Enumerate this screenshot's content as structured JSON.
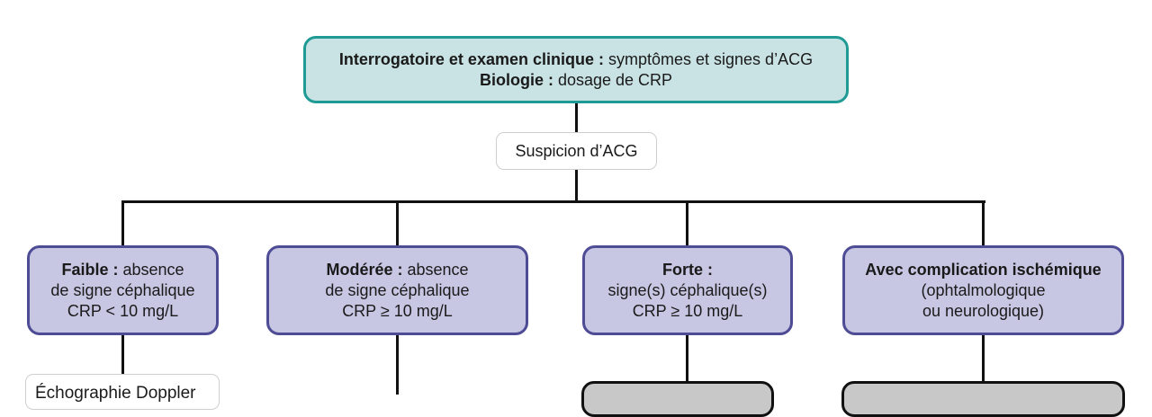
{
  "flowchart": {
    "top": {
      "line1_bold": "Interrogatoire et examen clinique :",
      "line1_text": " symptômes et signes d’ACG",
      "line2_bold": "Biologie :",
      "line2_text": " dosage de CRP"
    },
    "suspicion": {
      "label": "Suspicion d’ACG"
    },
    "levels": [
      {
        "title": "Faible :",
        "line1": " absence",
        "line2": "de signe céphalique",
        "line3": "CRP < 10 mg/L"
      },
      {
        "title": "Modérée :",
        "line1": " absence",
        "line2": "de signe céphalique",
        "line3": "CRP ≥ 10 mg/L"
      },
      {
        "title": "Forte :",
        "line1": "",
        "line2": "signe(s) céphalique(s)",
        "line3": "CRP ≥ 10 mg/L"
      },
      {
        "title": "Avec complication ischémique",
        "line1": "",
        "line2": "(ophtalmologique",
        "line3": "ou neurologique)"
      }
    ],
    "results": {
      "faible": "Échographie Doppler"
    }
  },
  "colors": {
    "top_fill": "#c9e2e4",
    "top_border": "#1f9a94",
    "level_fill": "#c7c6e3",
    "level_border": "#4e4c95",
    "grey_fill": "#c8c8c8"
  }
}
